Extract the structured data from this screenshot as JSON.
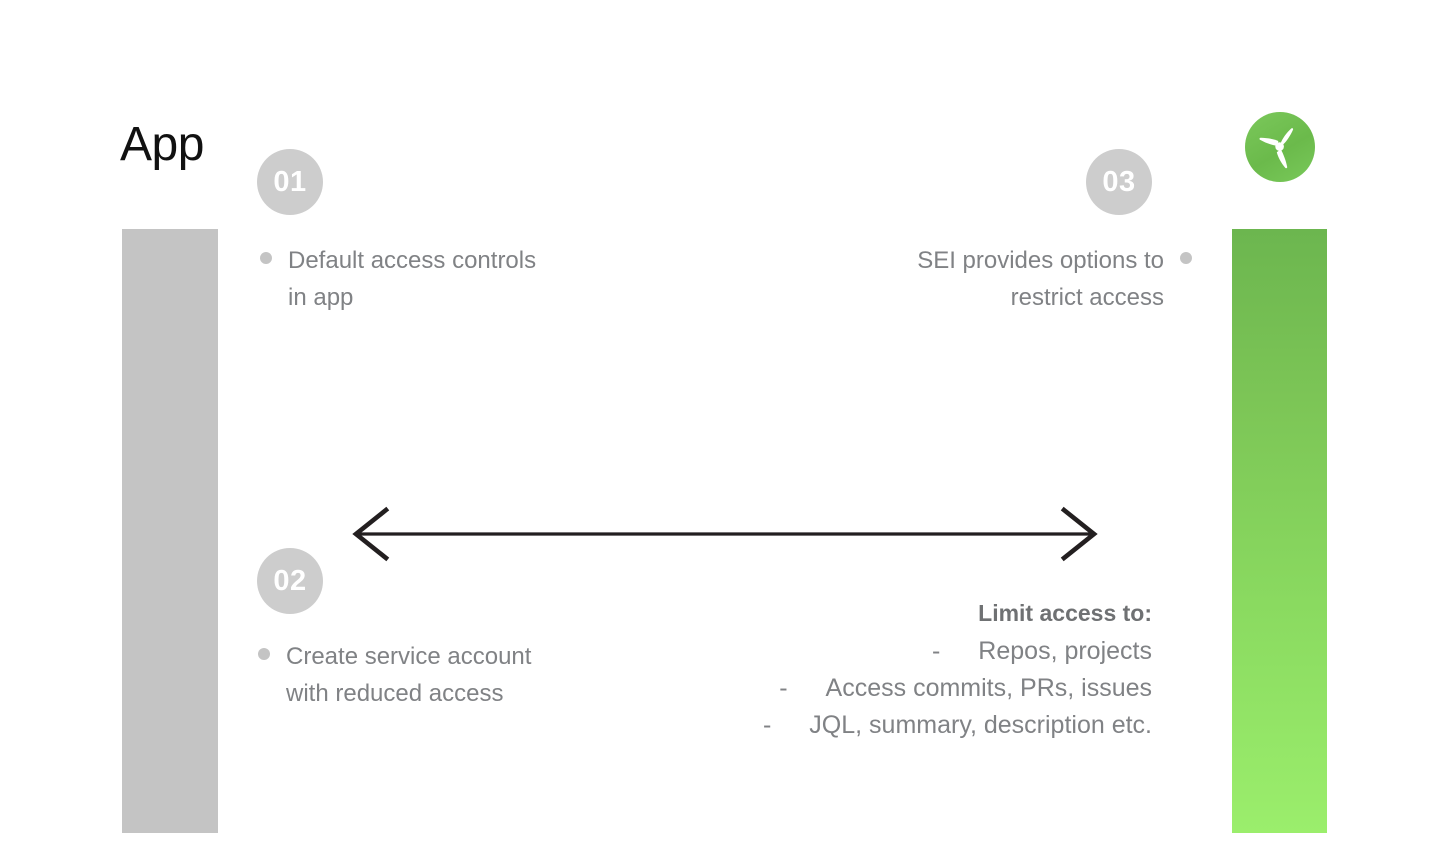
{
  "slide": {
    "title": "App",
    "logo_icon": "harness-propeller-logo-icon",
    "accent_green_top": "#6CB64F",
    "accent_green_bottom": "#9BEE6C",
    "left_bar_color": "#C4C4C4",
    "badge_color": "#CDCDCD",
    "body_text_color": "#808285"
  },
  "steps": [
    {
      "number": "01",
      "text": "Default access controls in app",
      "bullet_icon": "bullet-dot-icon",
      "align": "left"
    },
    {
      "number": "02",
      "text": "Create service account with reduced access",
      "bullet_icon": "bullet-dot-icon",
      "align": "left"
    },
    {
      "number": "03",
      "text": "SEI provides options to restrict access",
      "bullet_icon": "bullet-dot-icon",
      "align": "right"
    }
  ],
  "arrow": {
    "icon": "double-headed-arrow-icon",
    "color": "#231F20"
  },
  "limit_access": {
    "heading": "Limit access to:",
    "dash": "-",
    "items": [
      "Repos, projects",
      "Access commits, PRs, issues",
      "JQL, summary, description etc."
    ]
  }
}
